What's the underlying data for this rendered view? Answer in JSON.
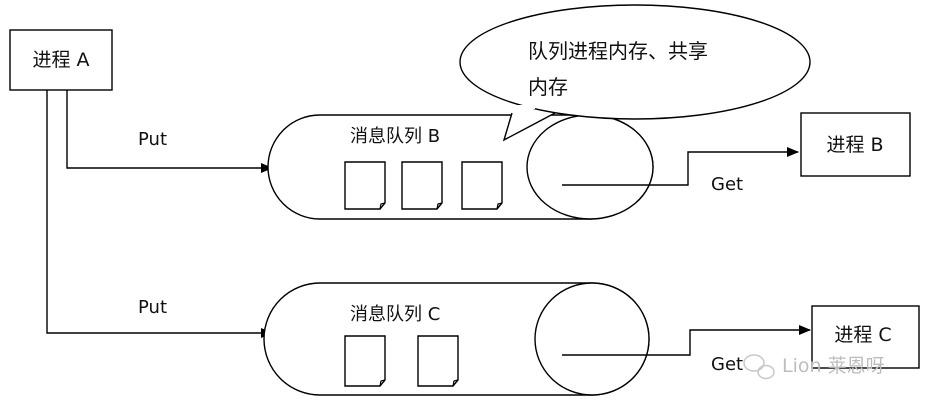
{
  "process_a": {
    "label": "进程 A"
  },
  "process_b": {
    "label": "进程 B"
  },
  "process_c": {
    "label": "进程 C"
  },
  "arrows": {
    "put_top": "Put",
    "put_bottom": "Put",
    "get_top": "Get",
    "get_bottom": "Get"
  },
  "queue_b": {
    "label": "消息队列 B",
    "message_count": 3
  },
  "queue_c": {
    "label": "消息队列 C",
    "message_count": 2
  },
  "callout": {
    "line1": "队列进程内存、共享",
    "line2": "内存"
  },
  "watermark": {
    "text": "Lion 莱恩呀"
  }
}
